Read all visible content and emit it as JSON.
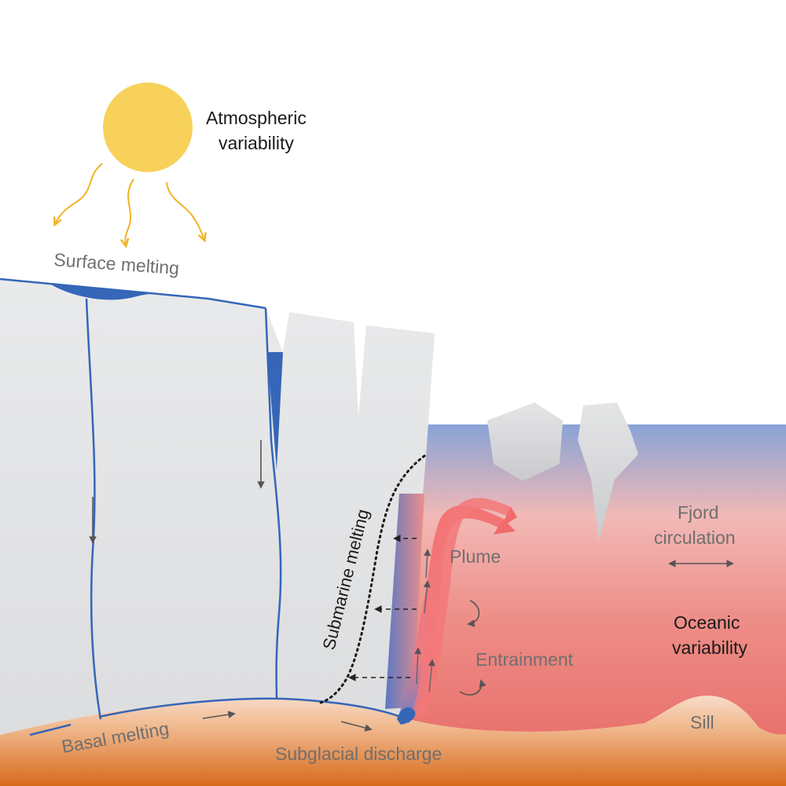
{
  "labels": {
    "atmospheric_line1": "Atmospheric",
    "atmospheric_line2": "variability",
    "surface_melting": "Surface melting",
    "submarine_melting": "Submarine melting",
    "plume": "Plume",
    "fjord_line1": "Fjord",
    "fjord_line2": "circulation",
    "oceanic_line1": "Oceanic",
    "oceanic_line2": "variability",
    "entrainment": "Entrainment",
    "basal_melting": "Basal melting",
    "subglacial_discharge": "Subglacial discharge",
    "sill": "Sill"
  },
  "colors": {
    "sun": "#f7d15a",
    "sun_rays": "#f0b323",
    "ice": "#e6e7e8",
    "meltwater": "#3566b8",
    "ocean_top": "#8aa4d6",
    "ocean_mid": "#f2b6b3",
    "ocean_bottom": "#ea7670",
    "plume": "#f06b6b",
    "seabed_top": "#f6d4bf",
    "seabed_bottom": "#d9701f",
    "arrows": "#555555"
  }
}
